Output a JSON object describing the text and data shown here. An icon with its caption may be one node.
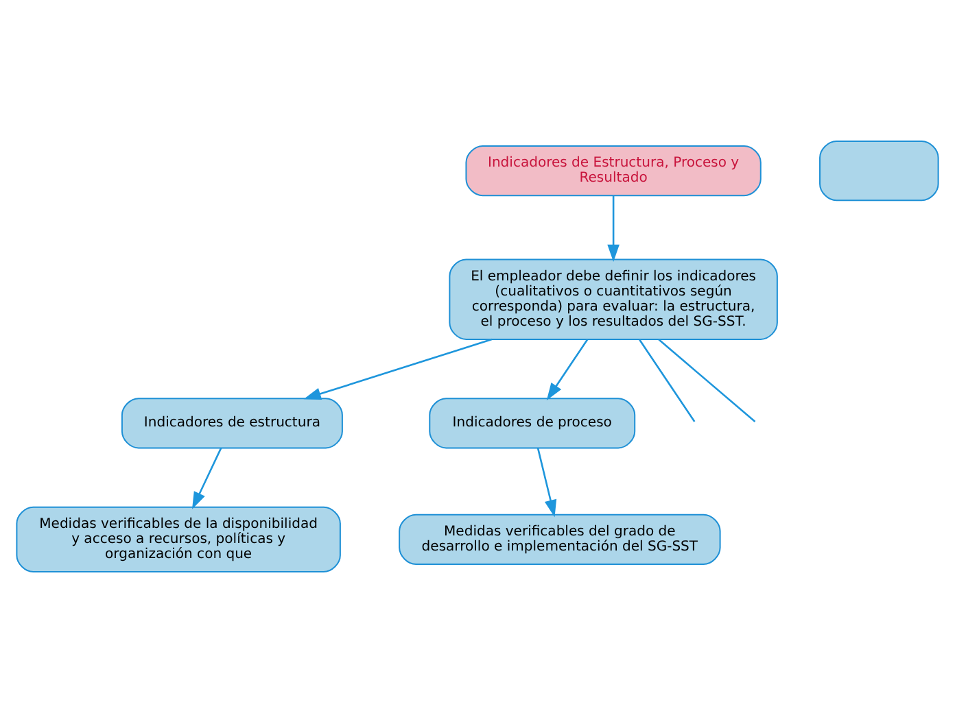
{
  "diagram": {
    "nodes": [
      {
        "text": [
          "Indicadores de Estructura, Proceso y Resultado"
        ]
      },
      {
        "text": [
          "El empleador debe definir los indicadores (cualitativos o cuantitativos según corresponda) para evaluar: la estructura, el proceso y los resultados del SG-SST."
        ]
      },
      {
        "text": [
          "Indicadores de estructura"
        ]
      },
      {
        "text": [
          "Indicadores de proceso"
        ]
      },
      {
        "text": [
          "Medidas verificables de la disponibilidad y acceso a recursos, políticas y organización con que"
        ]
      },
      {
        "text": [
          "Medidas verificables del grado de desarrollo e implementación del SG-SST"
        ]
      },
      {
        "text": [],
        "shape": "box"
      }
    ],
    "edges": [
      {
        "from": 0,
        "to": 1,
        "arrow": "to"
      },
      {
        "from": 1,
        "to": null,
        "arrow": "none"
      },
      {
        "from": 1,
        "to": 2,
        "arrow": "to"
      },
      {
        "from": 1,
        "to": 3,
        "arrow": "to"
      },
      {
        "from": 1,
        "to": null,
        "arrow": "none"
      },
      {
        "from": 2,
        "to": 4,
        "arrow": "to"
      },
      {
        "from": 3,
        "to": 5,
        "arrow": "to"
      }
    ]
  }
}
